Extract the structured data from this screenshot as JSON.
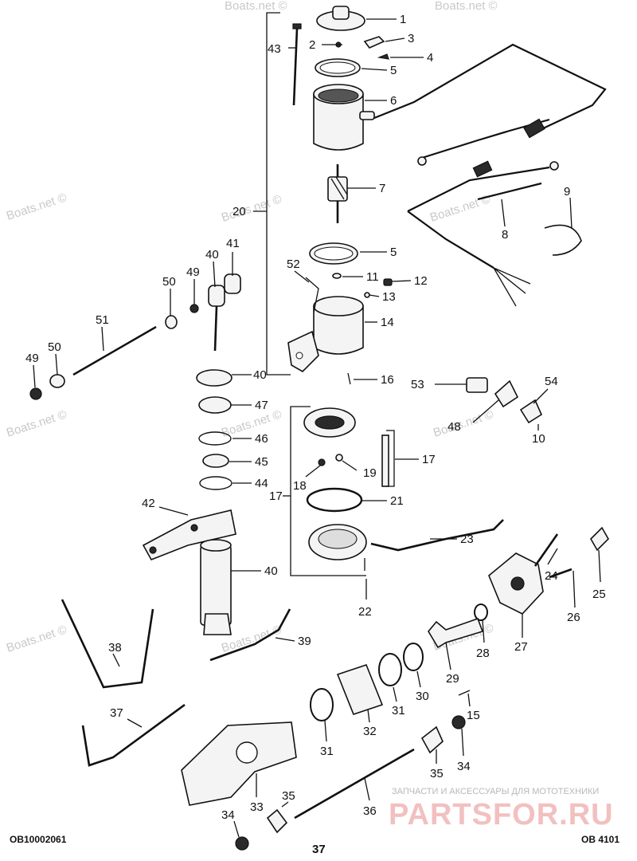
{
  "watermarks": [
    "Boats.net ©",
    "Boats.net ©",
    "Boats.net ©",
    "Boats.net ©",
    "Boats.net ©",
    "Boats.net ©",
    "Boats.net ©",
    "Boats.net ©",
    "Boats.net ©",
    "Boats.net ©",
    "Boats.net ©"
  ],
  "callouts": [
    "1",
    "2",
    "3",
    "4",
    "5",
    "6",
    "43",
    "7",
    "20",
    "9",
    "8",
    "5",
    "41",
    "40",
    "50",
    "49",
    "52",
    "11",
    "12",
    "13",
    "14",
    "51",
    "50",
    "49",
    "40",
    "16",
    "53",
    "54",
    "47",
    "48",
    "10",
    "46",
    "45",
    "44",
    "17",
    "18",
    "19",
    "17",
    "42",
    "21",
    "23",
    "40",
    "24",
    "25",
    "22",
    "26",
    "28",
    "27",
    "38",
    "39",
    "29",
    "30",
    "31",
    "31",
    "32",
    "15",
    "37",
    "35",
    "34",
    "33",
    "35",
    "36",
    "34"
  ],
  "footer": {
    "code_left": "OB10002061",
    "page_number": "37",
    "code_right": "OB 4101",
    "brand_tagline": "ЗАПЧАСТИ И АКСЕССУАРЫ ДЛЯ МОТОТЕХНИКИ",
    "brand_name": "PARTSFOR.RU"
  }
}
